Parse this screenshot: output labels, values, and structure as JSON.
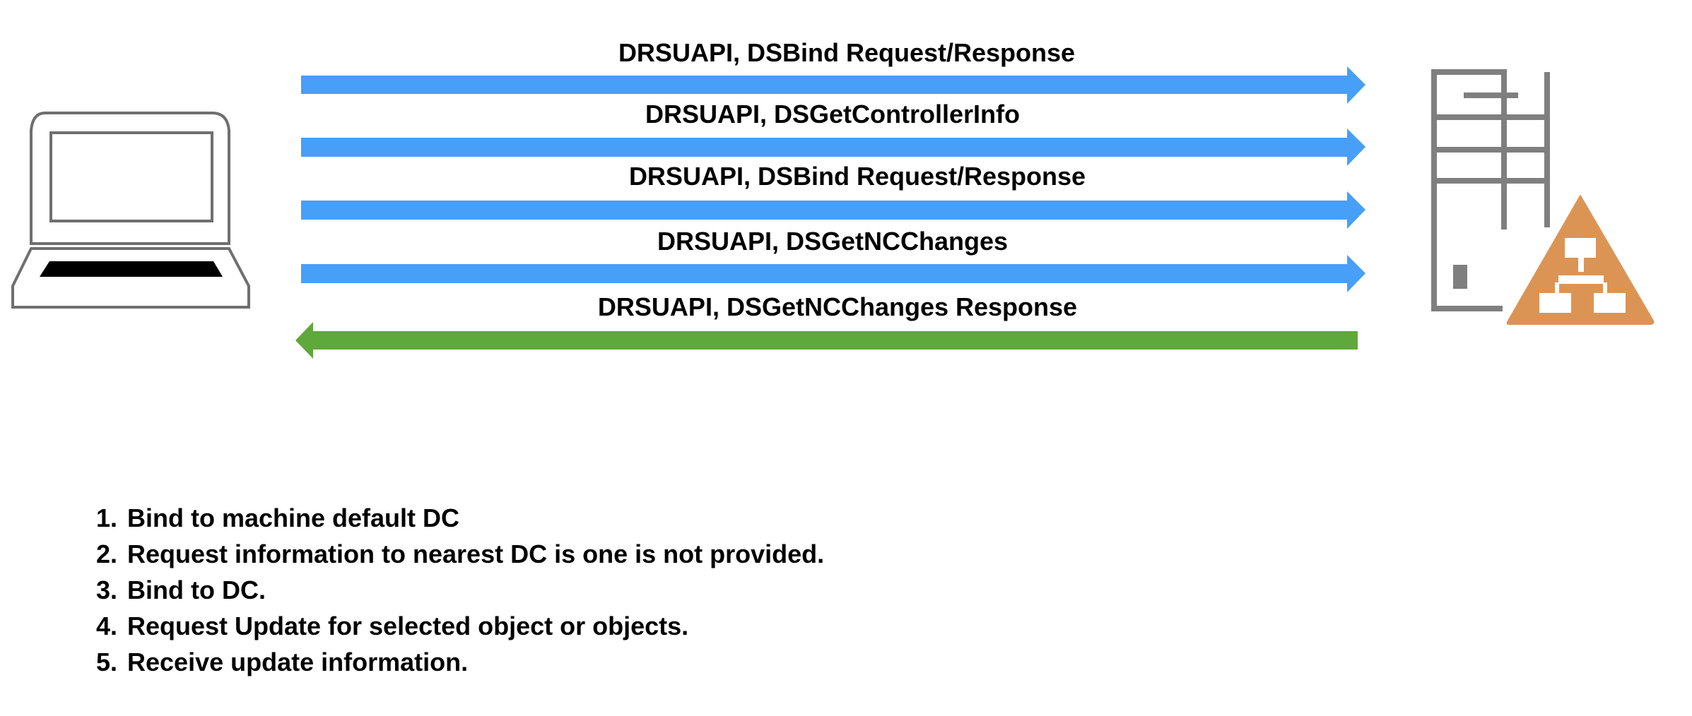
{
  "colors": {
    "request_arrow": "#479ff8",
    "response_arrow": "#5fa83b",
    "server_gray": "#7f7f7f",
    "ad_orange": "#dc9455"
  },
  "icons": {
    "client": "laptop-icon",
    "server": "server-tower-icon",
    "directory": "active-directory-triangle-icon"
  },
  "messages": [
    {
      "label": "DRSUAPI, DSBind Request/Response",
      "direction": "client-to-server"
    },
    {
      "label": "DRSUAPI, DSGetControllerInfo",
      "direction": "client-to-server"
    },
    {
      "label": "DRSUAPI, DSBind Request/Response",
      "direction": "client-to-server"
    },
    {
      "label": "DRSUAPI, DSGetNCChanges",
      "direction": "client-to-server"
    },
    {
      "label": "DRSUAPI, DSGetNCChanges Response",
      "direction": "server-to-client"
    }
  ],
  "steps": [
    "Bind to machine default DC",
    "Request information to nearest DC is one is not provided.",
    "Bind to DC.",
    "Request Update for selected object or objects.",
    "Receive update information."
  ]
}
